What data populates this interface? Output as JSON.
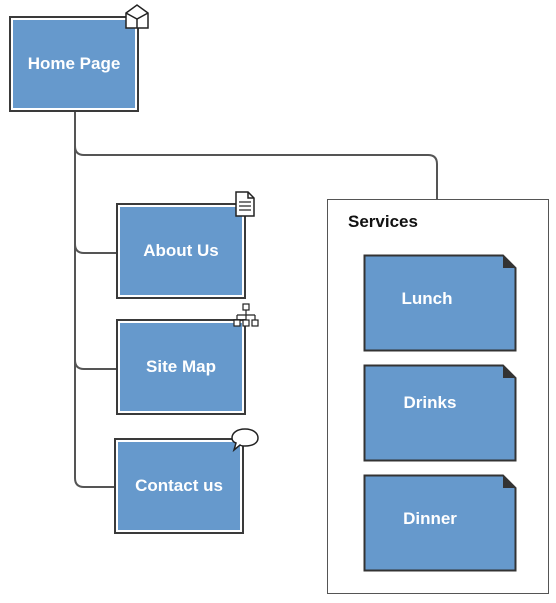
{
  "colors": {
    "node_fill": "#6699cc",
    "connector": "#555555",
    "border": "#333333"
  },
  "home": {
    "label": "Home Page",
    "icon": "home-icon"
  },
  "pages": [
    {
      "label": "About Us",
      "icon": "document-icon"
    },
    {
      "label": "Site Map",
      "icon": "sitemap-icon"
    },
    {
      "label": "Contact us",
      "icon": "speech-bubble-icon"
    }
  ],
  "services": {
    "title": "Services",
    "items": [
      {
        "label": "Lunch"
      },
      {
        "label": "Drinks"
      },
      {
        "label": "Dinner"
      }
    ]
  }
}
